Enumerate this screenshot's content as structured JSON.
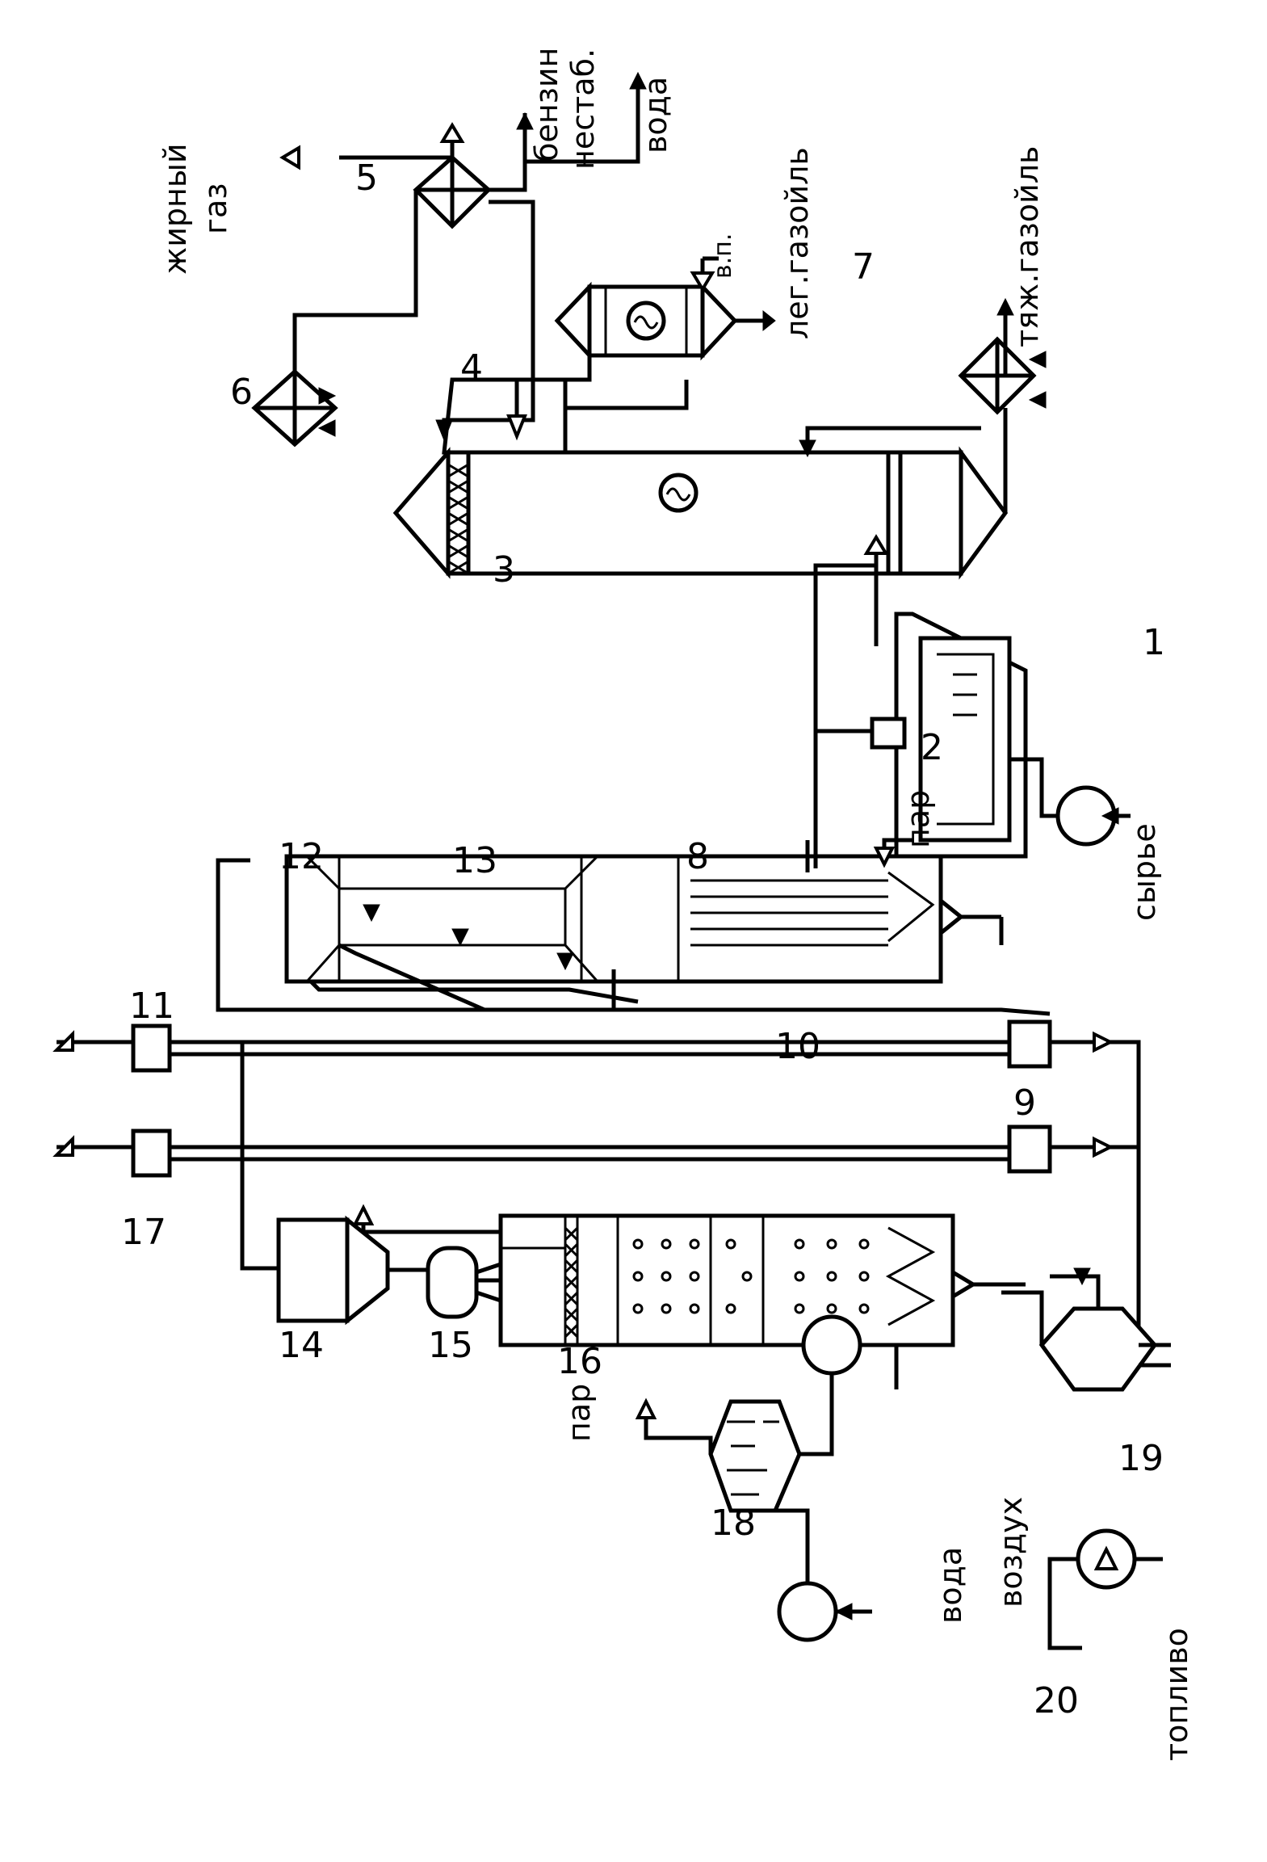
{
  "numbers": {
    "n1": "1",
    "n2": "2",
    "n3": "3",
    "n4": "4",
    "n5": "5",
    "n6": "6",
    "n7": "7",
    "n8": "8",
    "n9": "9",
    "n10": "10",
    "n11": "11",
    "n12": "12",
    "n13": "13",
    "n14": "14",
    "n15": "15",
    "n16": "16",
    "n17": "17",
    "n18": "18",
    "n19": "19",
    "n20": "20"
  },
  "labels": {
    "fat_gas_1": "жирный",
    "fat_gas_2": "газ",
    "gasoline_1": "бензин",
    "gasoline_2": "нестаб.",
    "water_top": "вода",
    "light_gasoil": "лег.газойль",
    "vp": "в.п.",
    "heavy_gasoil": "тяж.газойль",
    "feed": "сырье",
    "steam_reactor": "пар",
    "steam_boiler": "пар",
    "water_bottom": "вода",
    "air": "воздух",
    "fuel": "топливо"
  },
  "colors": {
    "ink": "#000000",
    "paper": "#ffffff"
  }
}
